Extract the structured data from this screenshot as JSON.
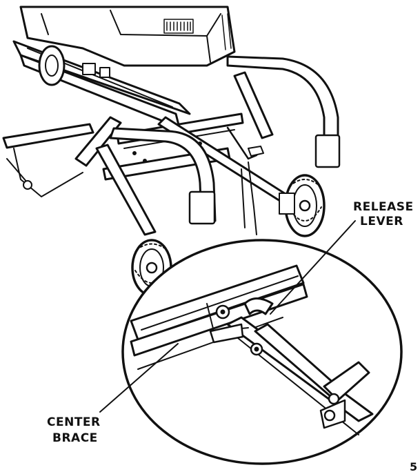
{
  "labels": {
    "release_lever_line1": "RELEASE",
    "release_lever_line2": "LEVER",
    "center_brace_line1": "CENTER",
    "center_brace_line2": "BRACE",
    "corner_mark": "5"
  },
  "icons": {
    "figure": "table-saw-stand-illustration",
    "detail": "release-lever-detail-magnifier"
  },
  "colors": {
    "ink": "#111111",
    "paper": "#ffffff"
  }
}
